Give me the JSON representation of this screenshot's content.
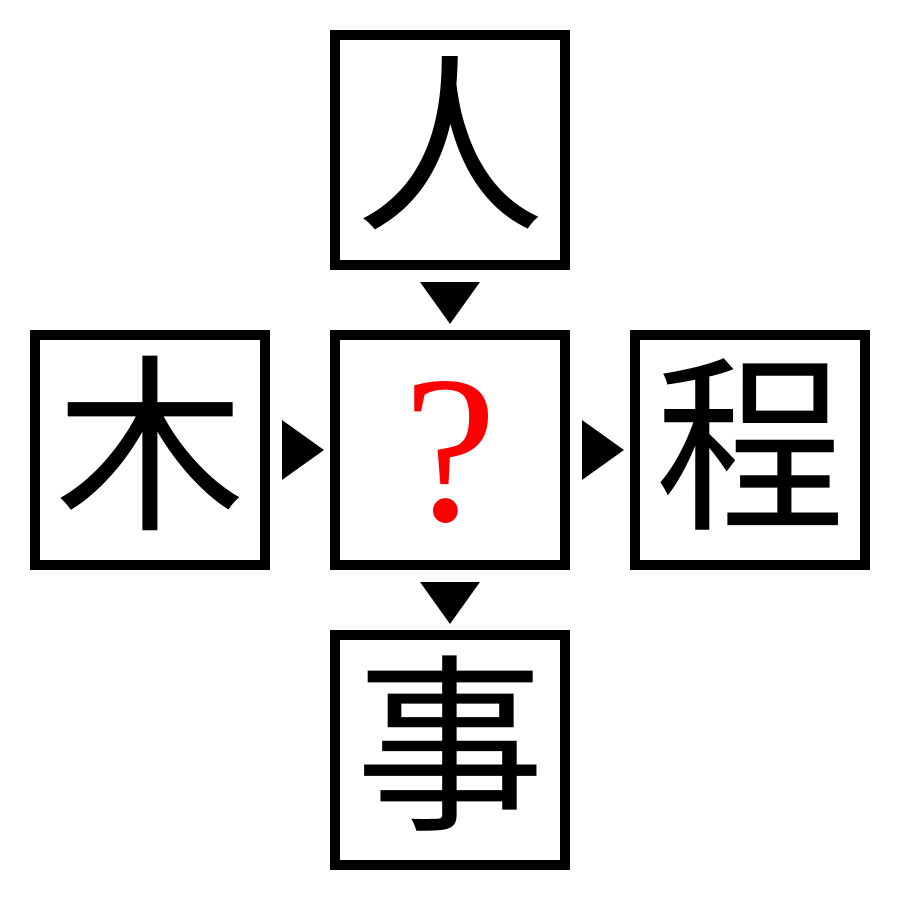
{
  "puzzle": {
    "top": {
      "char": "人"
    },
    "left": {
      "char": "木"
    },
    "center": {
      "char": "?",
      "color": "#ff0000"
    },
    "right": {
      "char": "程"
    },
    "bottom": {
      "char": "事"
    }
  },
  "arrows": {
    "top_to_center": "arrow-down-icon",
    "center_to_bottom": "arrow-down-icon",
    "left_to_center": "arrow-right-icon",
    "center_to_right": "arrow-right-icon"
  }
}
